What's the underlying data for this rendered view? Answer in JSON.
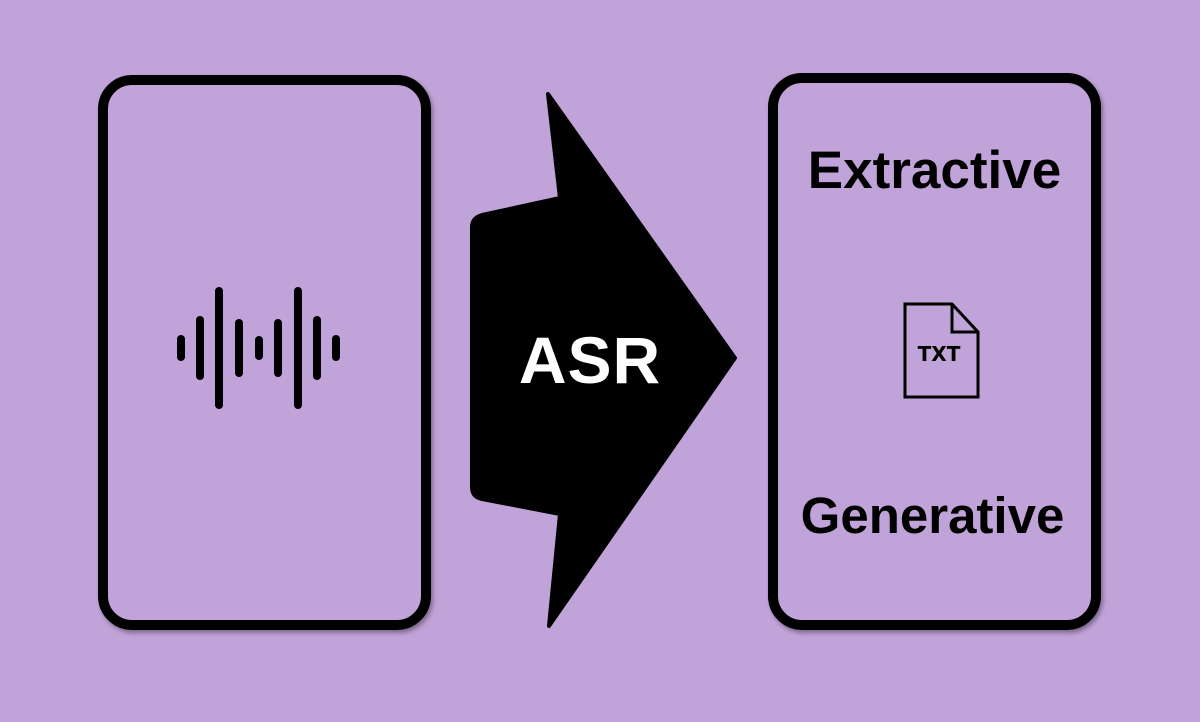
{
  "input_panel": {
    "icon": "audio-waveform-icon"
  },
  "arrow": {
    "label": "ASR"
  },
  "output_panel": {
    "top_label": "Extractive",
    "bottom_label": "Generative",
    "file_icon": {
      "icon": "txt-file-icon",
      "label": "TXT"
    }
  },
  "colors": {
    "background": "#c0a3d8",
    "stroke": "#000000",
    "arrow_text": "#ffffff"
  }
}
